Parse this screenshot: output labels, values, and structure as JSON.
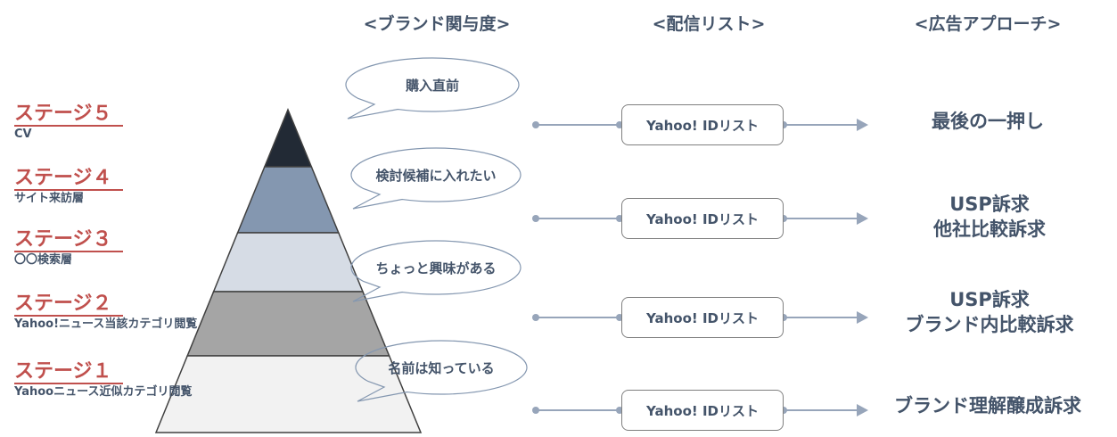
{
  "headers": {
    "brand_engagement": "<ブランド関与度>",
    "delivery_list": "<配信リスト>",
    "ad_approach": "<広告アプローチ>"
  },
  "colors": {
    "stage_title": "#c0504d",
    "text": "#44546a",
    "connector": "#97a5ba",
    "pyramid_outline": "#404040",
    "bubble_outline": "#8497b0"
  },
  "stages": [
    {
      "title": "ステージ５",
      "subtitle": "CV",
      "band_color": "#222a35"
    },
    {
      "title": "ステージ４",
      "subtitle": "サイト来訪層",
      "band_color": "#8497b0"
    },
    {
      "title": "ステージ３",
      "subtitle": "〇〇検索層",
      "band_color": "#d6dce5"
    },
    {
      "title": "ステージ２",
      "subtitle": "Yahoo!ニュース当該カテゴリ閲覧",
      "band_color": "#a5a5a5"
    },
    {
      "title": "ステージ１",
      "subtitle": "Yahooニュース近似カテゴリ閲覧",
      "band_color": "#f2f2f2"
    }
  ],
  "bubbles": [
    {
      "text": "購入直前"
    },
    {
      "text": "検討候補に入れたい"
    },
    {
      "text": "ちょっと興味がある"
    },
    {
      "text": "名前は知っている"
    }
  ],
  "rows": [
    {
      "list": "Yahoo! IDリスト",
      "approach": [
        "最後の一押し"
      ]
    },
    {
      "list": "Yahoo! IDリスト",
      "approach": [
        "USP訴求",
        "他社比較訴求"
      ]
    },
    {
      "list": "Yahoo! IDリスト",
      "approach": [
        "USP訴求",
        "ブランド内比較訴求"
      ]
    },
    {
      "list": "Yahoo! IDリスト",
      "approach": [
        "ブランド理解醸成訴求"
      ]
    }
  ]
}
